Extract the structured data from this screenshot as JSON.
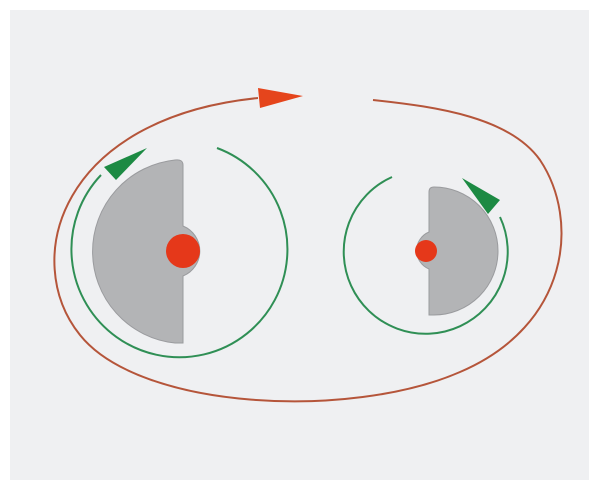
{
  "diagram": {
    "colors": {
      "background": "#eff0f2",
      "orbit_path": "#b5553a",
      "orbit_arrow": "#e5451c",
      "spin_path": "#2f8f55",
      "spin_arrow": "#1c8a43",
      "body_fill": "#b3b4b6",
      "body_stroke": "#9a9b9e",
      "center": "#e5381a"
    },
    "elements": [
      "orbit-path",
      "orbit-direction-arrow",
      "large-body",
      "large-body-spin-path",
      "large-body-spin-arrow",
      "large-body-center",
      "small-body",
      "small-body-spin-path",
      "small-body-spin-arrow",
      "small-body-center"
    ]
  }
}
